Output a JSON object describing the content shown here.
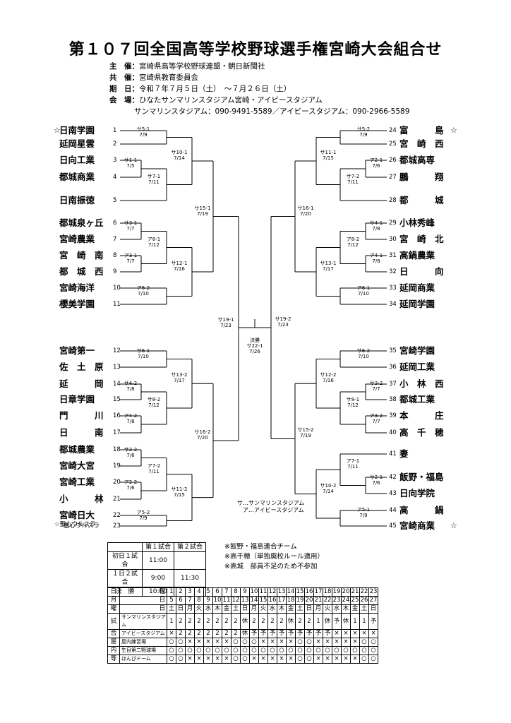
{
  "title": "第１０７回全国高等学校野球選手権宮崎大会組合せ",
  "info": [
    {
      "k": "主　催：",
      "v": "宮崎県高等学校野球連盟・朝日新聞社"
    },
    {
      "k": "共　催：",
      "v": "宮崎県教育委員会"
    },
    {
      "k": "期　日：",
      "v": "令和７年７月５日（土）　～７月２６日（土）"
    },
    {
      "k": "会　場：",
      "v": "ひなたサンマリンスタジアム宮崎・アイビースタジアム"
    },
    {
      "k": "",
      "v": "サンマリンスタジアム：090-9491-5589／アイビースタジアム：090-2966-5589"
    }
  ],
  "left_teams": [
    {
      "name": "日南学園",
      "no": "1",
      "mark": "☆"
    },
    {
      "name": "延岡星雲",
      "no": "2"
    },
    {
      "name": "日向工業",
      "no": "3"
    },
    {
      "name": "都城商業",
      "no": "4"
    },
    {
      "name": "日南振徳",
      "no": "5"
    },
    {
      "name": "都城泉ヶ丘",
      "no": "6"
    },
    {
      "name": "宮崎農業",
      "no": "7"
    },
    {
      "name": "宮　崎　南",
      "no": "8"
    },
    {
      "name": "都　城　西",
      "no": "9"
    },
    {
      "name": "宮崎海洋",
      "no": "10"
    },
    {
      "name": "櫻美学園",
      "no": "11"
    },
    {
      "name": "宮崎第一",
      "no": "12"
    },
    {
      "name": "佐　土　原",
      "no": "13"
    },
    {
      "name": "延　　　岡",
      "no": "14"
    },
    {
      "name": "日章学園",
      "no": "15"
    },
    {
      "name": "門　　　川",
      "no": "16"
    },
    {
      "name": "日　　　南",
      "no": "17"
    },
    {
      "name": "都城農業",
      "no": "18"
    },
    {
      "name": "宮崎大宮",
      "no": "19"
    },
    {
      "name": "宮崎工業",
      "no": "20"
    },
    {
      "name": "小　　　林",
      "no": "21"
    },
    {
      "name": "宮崎日大",
      "no": "22"
    },
    {
      "name": "聖心ウルスラ",
      "no": "23",
      "mark": "☆"
    }
  ],
  "right_teams": [
    {
      "name": "富　　　島",
      "no": "24",
      "mark": "☆"
    },
    {
      "name": "宮　崎　西",
      "no": "25"
    },
    {
      "name": "都城高専",
      "no": "26"
    },
    {
      "name": "鵬　　　翔",
      "no": "27"
    },
    {
      "name": "都　　　城",
      "no": "28"
    },
    {
      "name": "小林秀峰",
      "no": "29"
    },
    {
      "name": "宮　崎　北",
      "no": "30"
    },
    {
      "name": "高鍋農業",
      "no": "31"
    },
    {
      "name": "日　　　向",
      "no": "32"
    },
    {
      "name": "延岡商業",
      "no": "33"
    },
    {
      "name": "延岡学園",
      "no": "34"
    },
    {
      "name": "宮崎学園",
      "no": "35"
    },
    {
      "name": "延岡工業",
      "no": "36"
    },
    {
      "name": "小　林　西",
      "no": "37"
    },
    {
      "name": "都城工業",
      "no": "38"
    },
    {
      "name": "本　　　庄",
      "no": "39"
    },
    {
      "name": "高　千　穂",
      "no": "40"
    },
    {
      "name": "妻",
      "no": "41"
    },
    {
      "name": "飯野・福島",
      "no": "42"
    },
    {
      "name": "日向学院",
      "no": "43"
    },
    {
      "name": "高　　　鍋",
      "no": "44"
    },
    {
      "name": "宮崎商業",
      "no": "45",
      "mark": "☆"
    }
  ],
  "matches": [
    {
      "id": "m1",
      "t1": "サ5-1",
      "t2": "7/9"
    },
    {
      "id": "m2",
      "t1": "サ1-1",
      "t2": "7/5"
    },
    {
      "id": "m3",
      "t1": "サ7-1",
      "t2": "7/11"
    },
    {
      "id": "m4",
      "t1": "サ10-1",
      "t2": "7/14"
    },
    {
      "id": "m5",
      "t1": "サ3-1",
      "t2": "7/7"
    },
    {
      "id": "m6",
      "t1": "ア3-1",
      "t2": "7/7"
    },
    {
      "id": "m7",
      "t1": "ア8-1",
      "t2": "7/12"
    },
    {
      "id": "m8",
      "t1": "ア6-2",
      "t2": "7/10"
    },
    {
      "id": "m9",
      "t1": "サ12-1",
      "t2": "7/16"
    },
    {
      "id": "m10",
      "t1": "サ15-1",
      "t2": "7/19"
    },
    {
      "id": "m11",
      "t1": "サ6-1",
      "t2": "7/10"
    },
    {
      "id": "m12",
      "t1": "サ4-2",
      "t2": "7/8"
    },
    {
      "id": "m13",
      "t1": "サ8-2",
      "t2": "7/12"
    },
    {
      "id": "m14",
      "t1": "ア4-2",
      "t2": "7/8"
    },
    {
      "id": "m15",
      "t1": "サ13-2",
      "t2": "7/17"
    },
    {
      "id": "m16",
      "t1": "サ2-2",
      "t2": "7/6"
    },
    {
      "id": "m17",
      "t1": "ア7-2",
      "t2": "7/11"
    },
    {
      "id": "m18",
      "t1": "ア2-2",
      "t2": "7/6"
    },
    {
      "id": "m19",
      "t1": "サ11-2",
      "t2": "7/15"
    },
    {
      "id": "m20",
      "t1": "ア5-2",
      "t2": "7/9"
    },
    {
      "id": "m21",
      "t1": "サ16-2",
      "t2": "7/20"
    },
    {
      "id": "m22",
      "t1": "サ19-1",
      "t2": "7/23"
    },
    {
      "id": "m23",
      "t1": "サ5-2",
      "t2": "7/9"
    },
    {
      "id": "m24",
      "t1": "ア2-1",
      "t2": "7/6"
    },
    {
      "id": "m25",
      "t1": "サ7-2",
      "t2": "7/11"
    },
    {
      "id": "m26",
      "t1": "サ11-1",
      "t2": "7/15"
    },
    {
      "id": "m27",
      "t1": "サ4-1",
      "t2": "7/8"
    },
    {
      "id": "m28",
      "t1": "ア4-1",
      "t2": "7/8"
    },
    {
      "id": "m29",
      "t1": "ア8-2",
      "t2": "7/12"
    },
    {
      "id": "m30",
      "t1": "ア6-1",
      "t2": "7/10"
    },
    {
      "id": "m31",
      "t1": "サ13-1",
      "t2": "7/17"
    },
    {
      "id": "m32",
      "t1": "サ16-1",
      "t2": "7/20"
    },
    {
      "id": "m33",
      "t1": "サ6-2",
      "t2": "7/10"
    },
    {
      "id": "m34",
      "t1": "サ3-2",
      "t2": "7/7"
    },
    {
      "id": "m35",
      "t1": "サ8-1",
      "t2": "7/12"
    },
    {
      "id": "m36",
      "t1": "ア3-2",
      "t2": "7/7"
    },
    {
      "id": "m37",
      "t1": "サ12-2",
      "t2": "7/16"
    },
    {
      "id": "m38",
      "t1": "ア7-1",
      "t2": "7/11"
    },
    {
      "id": "m39",
      "t1": "サ2-1",
      "t2": "7/6"
    },
    {
      "id": "m40",
      "t1": "ア5-1",
      "t2": "7/9"
    },
    {
      "id": "m41",
      "t1": "サ10-2",
      "t2": "7/14"
    },
    {
      "id": "m42",
      "t1": "サ15-2",
      "t2": "7/19"
    },
    {
      "id": "m43",
      "t1": "サ19-2",
      "t2": "7/23"
    }
  ],
  "final": {
    "t0": "決勝",
    "t1": "サ22-1",
    "t2": "7/26"
  },
  "legend": [
    "サ…サンマリンスタジアム",
    "ア…アイビースタジアム"
  ],
  "footnote": "☆聖心ウルスラ",
  "schedule": {
    "head": [
      "",
      "第１試合",
      "第２試合"
    ],
    "rows": [
      [
        "初日１試合",
        "11:00",
        ""
      ],
      [
        "１日２試合",
        "9:00",
        "11:30"
      ],
      [
        "決　勝",
        "10:00",
        ""
      ]
    ]
  },
  "notes": [
    "※飯野・福島連合チーム",
    "※高千穂（単独廃校ルール適用）",
    "※高城　部員不足のため不参加"
  ],
  "calendar": {
    "rows": [
      {
        "h0": "日",
        "h1": "程",
        "cells": [
          "1",
          "2",
          "3",
          "4",
          "5",
          "6",
          "7",
          "8",
          "9",
          "10",
          "11",
          "12",
          "13",
          "14",
          "15",
          "16",
          "17",
          "18",
          "19",
          "20",
          "21",
          "22",
          "23"
        ]
      },
      {
        "h0": "月",
        "h1": "日",
        "cells": [
          "5",
          "6",
          "7",
          "8",
          "9",
          "10",
          "11",
          "12",
          "13",
          "14",
          "15",
          "16",
          "17",
          "18",
          "19",
          "20",
          "21",
          "22",
          "23",
          "24",
          "25",
          "26",
          "27"
        ]
      },
      {
        "h0": "曜",
        "h1": "日",
        "cells": [
          "土",
          "日",
          "月",
          "火",
          "水",
          "木",
          "金",
          "土",
          "日",
          "月",
          "火",
          "水",
          "木",
          "金",
          "土",
          "日",
          "月",
          "火",
          "水",
          "木",
          "金",
          "土",
          "日"
        ]
      },
      {
        "h0": "試",
        "h1": "サンマリンスタジアム",
        "cells": [
          "1",
          "2",
          "2",
          "2",
          "2",
          "2",
          "2",
          "2",
          "休",
          "2",
          "2",
          "2",
          "2",
          "休",
          "2",
          "2",
          "1",
          "休",
          "予",
          "休",
          "1",
          "1",
          "予"
        ]
      },
      {
        "h0": "合",
        "h1": "アイビースタジアム",
        "cells": [
          "×",
          "2",
          "2",
          "2",
          "2",
          "2",
          "2",
          "2",
          "休",
          "予",
          "予",
          "予",
          "予",
          "予",
          "予",
          "予",
          "予",
          "予",
          "×",
          "×",
          "×",
          "×",
          "×"
        ]
      },
      {
        "h0": "屋",
        "h1": "屋内練習場",
        "cells": [
          "○",
          "○",
          "×",
          "×",
          "×",
          "×",
          "×",
          "○",
          "○",
          "○",
          "×",
          "×",
          "×",
          "×",
          "○",
          "○",
          "×",
          "×",
          "×",
          "×",
          "×",
          "○",
          "○"
        ]
      },
      {
        "h0": "内",
        "h1": "生目第二野球場",
        "cells": [
          "○",
          "○",
          "○",
          "○",
          "○",
          "○",
          "○",
          "○",
          "○",
          "○",
          "○",
          "○",
          "○",
          "○",
          "○",
          "○",
          "○",
          "○",
          "○",
          "○",
          "○",
          "○",
          "○"
        ]
      },
      {
        "h0": "等",
        "h1": "はんぴドーム",
        "cells": [
          "○",
          "○",
          "×",
          "×",
          "×",
          "×",
          "×",
          "○",
          "○",
          "×",
          "×",
          "×",
          "×",
          "×",
          "○",
          "○",
          "×",
          "×",
          "×",
          "×",
          "×",
          "○",
          "○"
        ]
      }
    ]
  }
}
